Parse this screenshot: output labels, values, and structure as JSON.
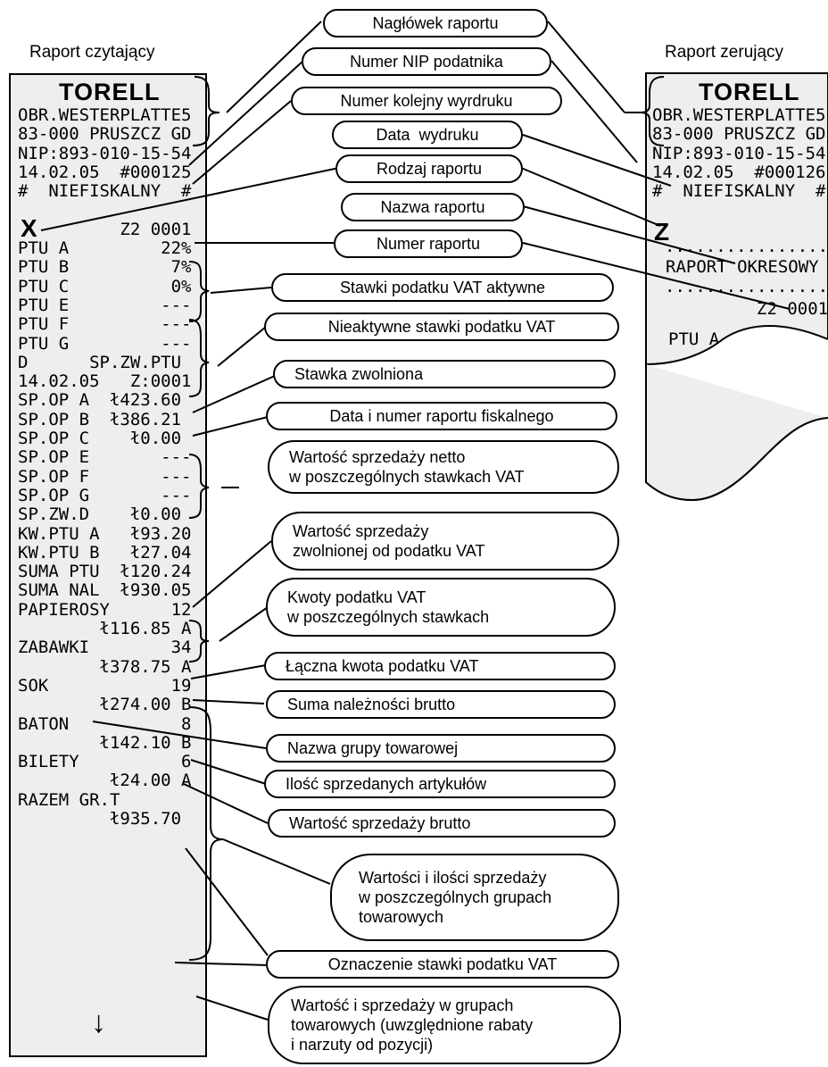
{
  "left_title": "Raport czytający",
  "right_title": "Raport zerujący",
  "left_receipt": {
    "logo": "TORELL",
    "lines": [
      "OBR.WESTERPLATTE5",
      "83-000 PRUSZCZ GD",
      "NIP:893-010-15-54",
      "14.02.05  #000125",
      "#  NIEFISKALNY  #",
      "",
      "          Z2 0001",
      "PTU A         22%",
      "PTU B          7%",
      "PTU C          0%",
      "PTU E         ---",
      "PTU F         ---",
      "PTU G         ---",
      "D      SP.ZW.PTU",
      "14.02.05   Z:0001",
      "SP.OP A  ł423.60",
      "SP.OP B  ł386.21",
      "SP.OP C    ł0.00",
      "SP.OP E       ---",
      "SP.OP F       ---",
      "SP.OP G       ---",
      "SP.ZW.D    ł0.00",
      "KW.PTU A   ł93.20",
      "KW.PTU B   ł27.04",
      "SUMA PTU  ł120.24",
      "SUMA NAL  ł930.05",
      "PAPIEROSY      12",
      "        ł116.85 A",
      "ZABAWKI        34",
      "        ł378.75 A",
      "SOK            19",
      "        ł274.00 B",
      "BATON           8",
      "        ł142.10 B",
      "BILETY          6",
      "         ł24.00 A",
      "RAZEM GR.T",
      "         ł935.70"
    ],
    "report_letter": "X",
    "arrow": "↓"
  },
  "right_receipt": {
    "logo": "TORELL",
    "lines": [
      "OBR.WESTERPLATTE5",
      "83-000 PRUSZCZ GD",
      "NIP:893-010-15-54",
      "14.02.05  #000126",
      "#  NIEFISKALNY  #"
    ],
    "report_letter": "Z",
    "dots": ".................",
    "report_name": "RAPORT OKRESOWY",
    "report_number": "Z2 0001",
    "ptu": "PTU A"
  },
  "callouts": [
    "Nagłówek raportu",
    "Numer NIP podatnika",
    "Numer kolejny wyrdruku",
    "Data  wydruku",
    "Rodzaj raportu",
    "Nazwa raportu",
    "Numer raportu",
    "Stawki podatku VAT aktywne",
    "Nieaktywne stawki podatku VAT",
    "Stawka zwolniona",
    "Data i numer raportu fiskalnego",
    "Wartość sprzedaży netto\nw poszczególnych stawkach VAT",
    "Wartość sprzedaży\nzwolnionej od podatku VAT",
    "Kwoty podatku VAT\nw poszczególnych stawkach",
    "Łączna kwota podatku VAT",
    "Suma należności brutto",
    "Nazwa grupy towarowej",
    "Ilość sprzedanych artykułów",
    "Wartość sprzedaży brutto",
    "Wartości i ilości sprzedaży\nw poszczególnych grupach\ntowarowych",
    "Oznaczenie stawki podatku VAT",
    "Wartość i sprzedaży w grupach\ntowarowych (uwzględnione rabaty\ni narzuty od pozycji)"
  ]
}
